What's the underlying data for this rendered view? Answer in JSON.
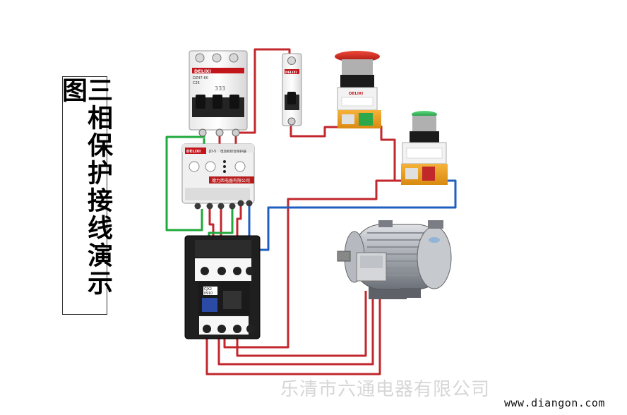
{
  "title": "三相保护接线演示图",
  "breaker_3p": {
    "brand": "DELIXI",
    "model_line1": "DZ47-60",
    "model_line2": "C25",
    "numbers": "333"
  },
  "breaker_1p": {
    "brand": "DELIXI"
  },
  "protector": {
    "brand": "DELIXI",
    "model": "JD-5",
    "name": "电动机综合保护器",
    "maker": "德力西电器有限公司"
  },
  "stop_button": {
    "brand": "DELIXI",
    "cap_color": "#d21f1f"
  },
  "start_button": {
    "cap_color": "#2fa84f"
  },
  "contactor": {
    "model_line1": "CJX2",
    "model_line2": "0910"
  },
  "watermark": "乐清市六通电器有限公司",
  "website": "www.diangon.com",
  "colors": {
    "red_wire": "#c1272d",
    "green_wire": "#1faa3c",
    "blue_wire": "#1f5fc0"
  },
  "icons": [
    "three-pole-breaker-icon",
    "single-pole-breaker-icon",
    "motor-protector-icon",
    "stop-button-icon",
    "start-button-icon",
    "ac-contactor-icon",
    "motor-icon"
  ]
}
